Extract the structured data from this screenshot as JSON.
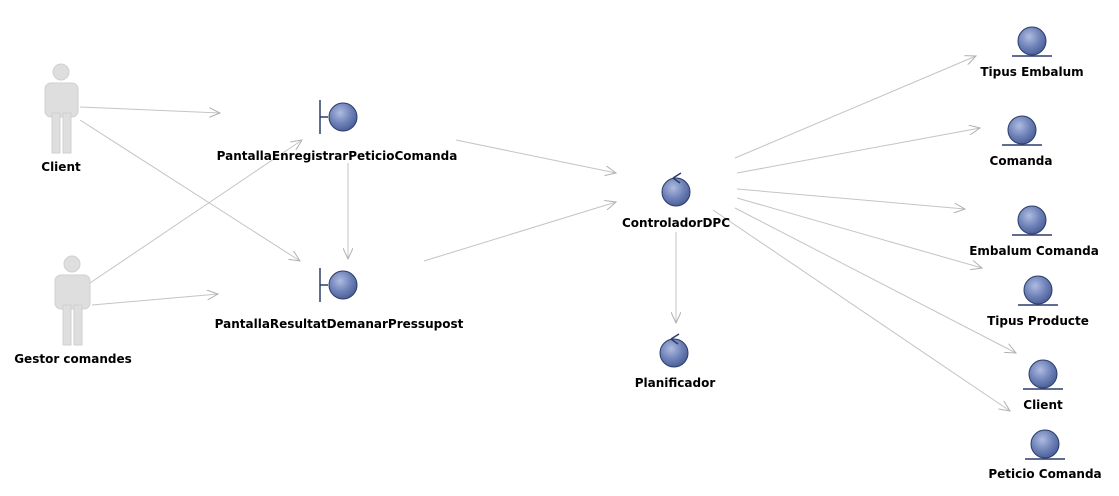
{
  "actors": {
    "client": "Client",
    "gestor": "Gestor comandes"
  },
  "boundaries": {
    "registrar": "PantallaEnregistrarPeticioComanda",
    "resultat": "PantallaResultatDemanarPressupost"
  },
  "controls": {
    "controlador": "ControladorDPC",
    "planificador": "Planificador"
  },
  "entities": {
    "tipus_embalum": "Tipus Embalum",
    "comanda": "Comanda",
    "embalum_comanda": "Embalum Comanda",
    "tipus_producte": "Tipus Producte",
    "client": "Client",
    "peticio_comanda": "Peticio Comanda"
  },
  "colors": {
    "ball_light": "#9aaad3",
    "ball_dark": "#5a6fa6",
    "line": "#c4c4c4",
    "actor": "#dedede"
  }
}
